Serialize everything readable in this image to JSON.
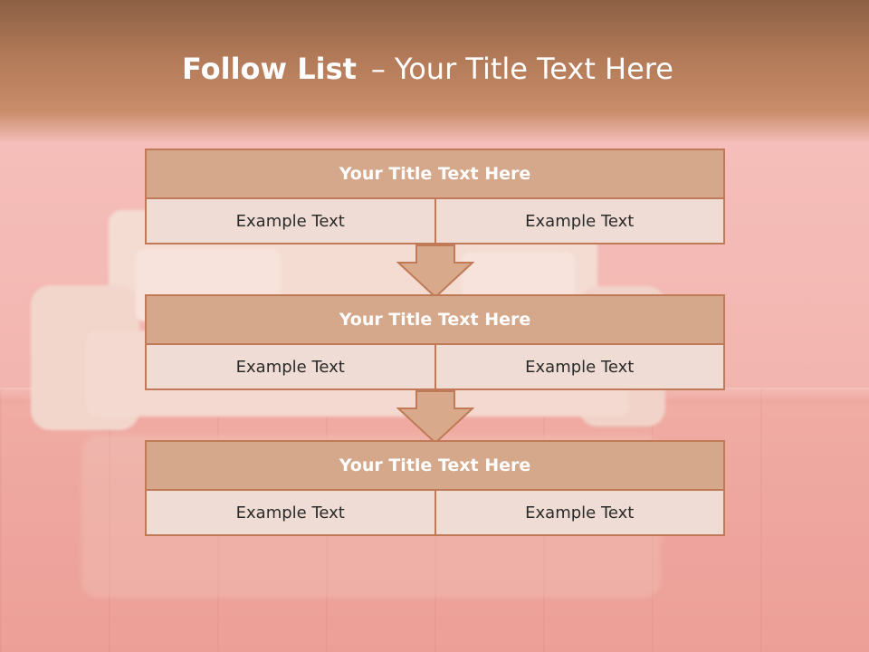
{
  "slide": {
    "title_bold": "Follow List",
    "title_separator": "–",
    "title_rest": "Your Title Text Here"
  },
  "blocks": [
    {
      "title": "Your Title Text Here",
      "cells": [
        "Example Text",
        "Example Text"
      ]
    },
    {
      "title": "Your Title Text Here",
      "cells": [
        "Example Text",
        "Example Text"
      ]
    },
    {
      "title": "Your Title Text Here",
      "cells": [
        "Example Text",
        "Example Text"
      ]
    }
  ],
  "colors": {
    "header": "#b27a58",
    "block_title_fill": "#d5a88b",
    "block_border": "#c07a57",
    "cell_fill": "#efdcd4",
    "background": "#f4b9b4"
  }
}
